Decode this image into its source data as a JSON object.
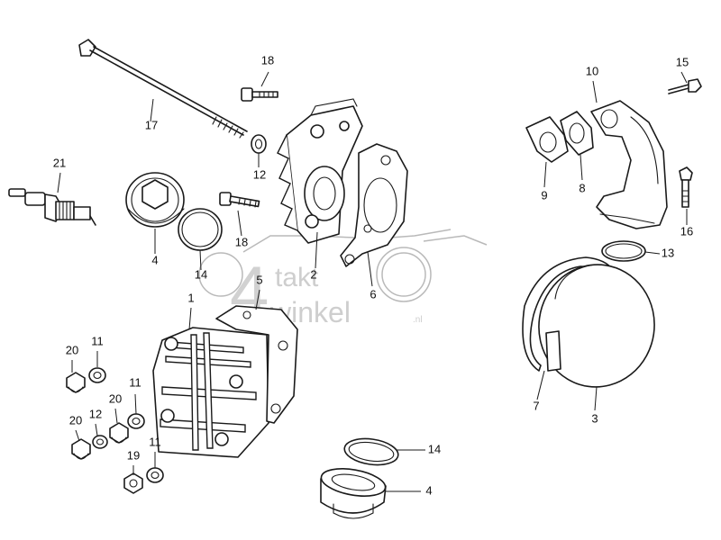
{
  "watermark": {
    "digit": "4",
    "line1": "takt",
    "line2": "winkel",
    "suffix": ".nl"
  },
  "callouts": {
    "c1": "1",
    "c2": "2",
    "c3": "3",
    "c4a": "4",
    "c4b": "4",
    "c5": "5",
    "c6": "6",
    "c7": "7",
    "c8": "8",
    "c9": "9",
    "c10": "10",
    "c11a": "11",
    "c11b": "11",
    "c11c": "11",
    "c12a": "12",
    "c12b": "12",
    "c13": "13",
    "c14a": "14",
    "c14b": "14",
    "c15": "15",
    "c16": "16",
    "c17": "17",
    "c18a": "18",
    "c18b": "18",
    "c19": "19",
    "c20a": "20",
    "c20b": "20",
    "c20c": "20",
    "c21": "21"
  },
  "colors": {
    "line": "#1a1a1a",
    "watermark": "#c9c9c9",
    "background": "#ffffff"
  }
}
